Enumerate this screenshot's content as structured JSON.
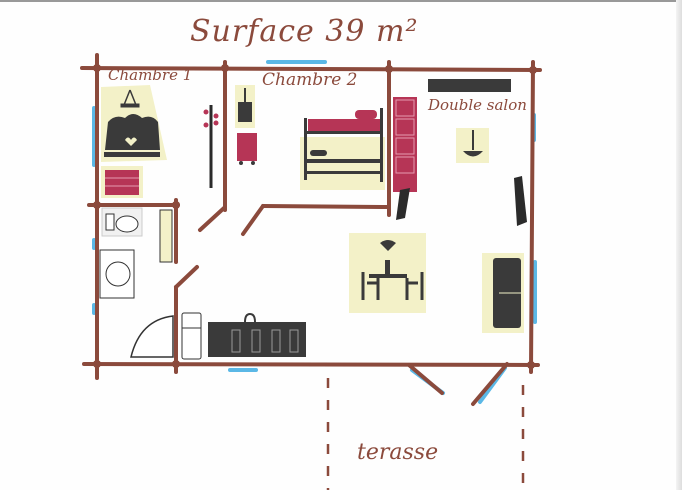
{
  "plan": {
    "title": "Surface 39 m²",
    "rooms": [
      {
        "id": "chambre1",
        "label": "Chambre 1"
      },
      {
        "id": "chambre2",
        "label": "Chambre 2"
      },
      {
        "id": "salon",
        "label": "Double salon"
      },
      {
        "id": "terrasse",
        "label": "terasse"
      }
    ],
    "furniture": [
      "double-bed",
      "chandelier",
      "dresser",
      "coat-rack",
      "nightstand-lamp",
      "drawer-cabinet",
      "bunk-bed",
      "wardrobe",
      "radiator",
      "pendant-lamp",
      "curtain-left",
      "curtain-right",
      "toilet",
      "washbasin",
      "shelf-unit",
      "corner-shower",
      "fridge",
      "kitchen-counter",
      "dining-set",
      "sofa"
    ],
    "colors": {
      "wall": "#8b4a3c",
      "window": "#5bb8e6",
      "note": "#f3f1c8",
      "furniture_dark": "#3a3a3a",
      "furniture_red": "#b63556"
    }
  }
}
